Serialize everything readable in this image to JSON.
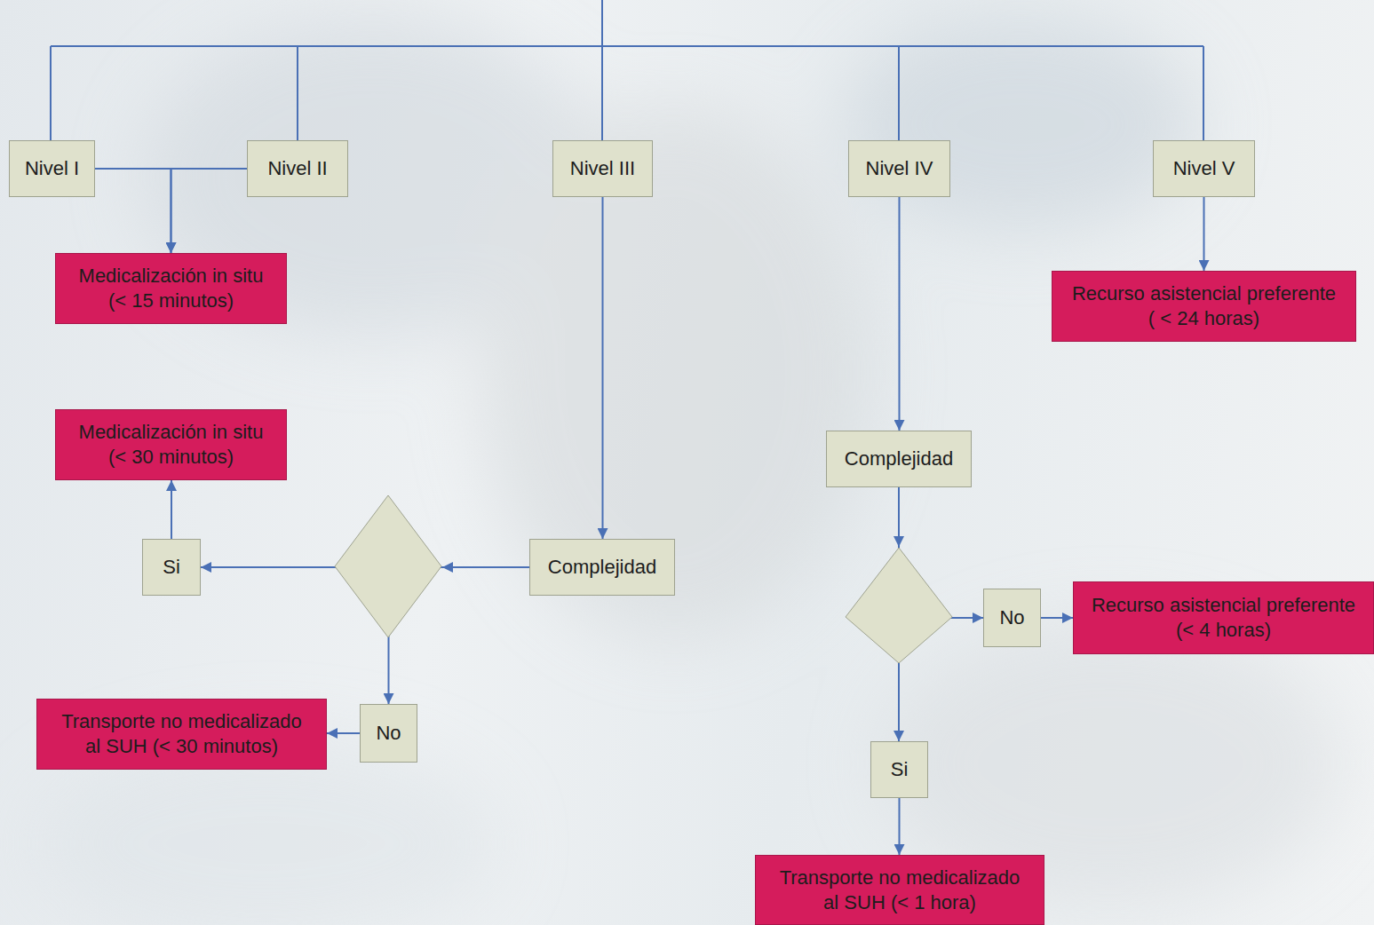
{
  "diagram": {
    "nodes": [
      {
        "text": [
          "Nivel I"
        ]
      },
      {
        "text": [
          "Nivel II"
        ]
      },
      {
        "text": [
          "Nivel III"
        ]
      },
      {
        "text": [
          "Nivel IV"
        ]
      },
      {
        "text": [
          "Nivel V"
        ]
      },
      {
        "text": [
          "Medicalización in situ (< 15 minutos)"
        ]
      },
      {
        "text": [
          "Recurso asistencial preferente ( < 24 horas)"
        ]
      },
      {
        "text": [
          "Medicalización in situ (< 30 minutos)"
        ]
      },
      {
        "text": [
          "Complejidad"
        ]
      },
      {
        "text": [
          "Si"
        ]
      },
      {
        "text": [
          "Complejidad"
        ]
      },
      {
        "text": [
          "No"
        ]
      },
      {
        "text": [
          "Recurso asistencial preferente (< 4 horas)"
        ]
      },
      {
        "text": [
          "Transporte no medicalizado al SUH (< 30 minutos)"
        ]
      },
      {
        "text": [
          "No"
        ]
      },
      {
        "text": [
          "Si"
        ]
      },
      {
        "text": [
          "Transporte no medicalizado al SUH (< 1 hora)"
        ]
      }
    ],
    "edges": [
      {
        "from": 0,
        "to": 5,
        "arrow": "to"
      },
      {
        "from": 1,
        "to": 5,
        "arrow": "to"
      },
      {
        "from": 2,
        "to": 10,
        "arrow": "to"
      },
      {
        "from": 3,
        "to": 8,
        "arrow": "to"
      },
      {
        "from": 4,
        "to": 6,
        "arrow": "to"
      },
      {
        "from": 10,
        "to": 9,
        "arrow": "to"
      },
      {
        "from": 10,
        "to": 14,
        "arrow": "to"
      },
      {
        "from": 9,
        "to": 7,
        "arrow": "to"
      },
      {
        "from": 14,
        "to": 13,
        "arrow": "to"
      },
      {
        "from": 8,
        "to": 11,
        "arrow": "to"
      },
      {
        "from": 8,
        "to": 15,
        "arrow": "to"
      },
      {
        "from": 11,
        "to": 12,
        "arrow": "to"
      },
      {
        "from": 15,
        "to": 16,
        "arrow": "to"
      }
    ]
  }
}
